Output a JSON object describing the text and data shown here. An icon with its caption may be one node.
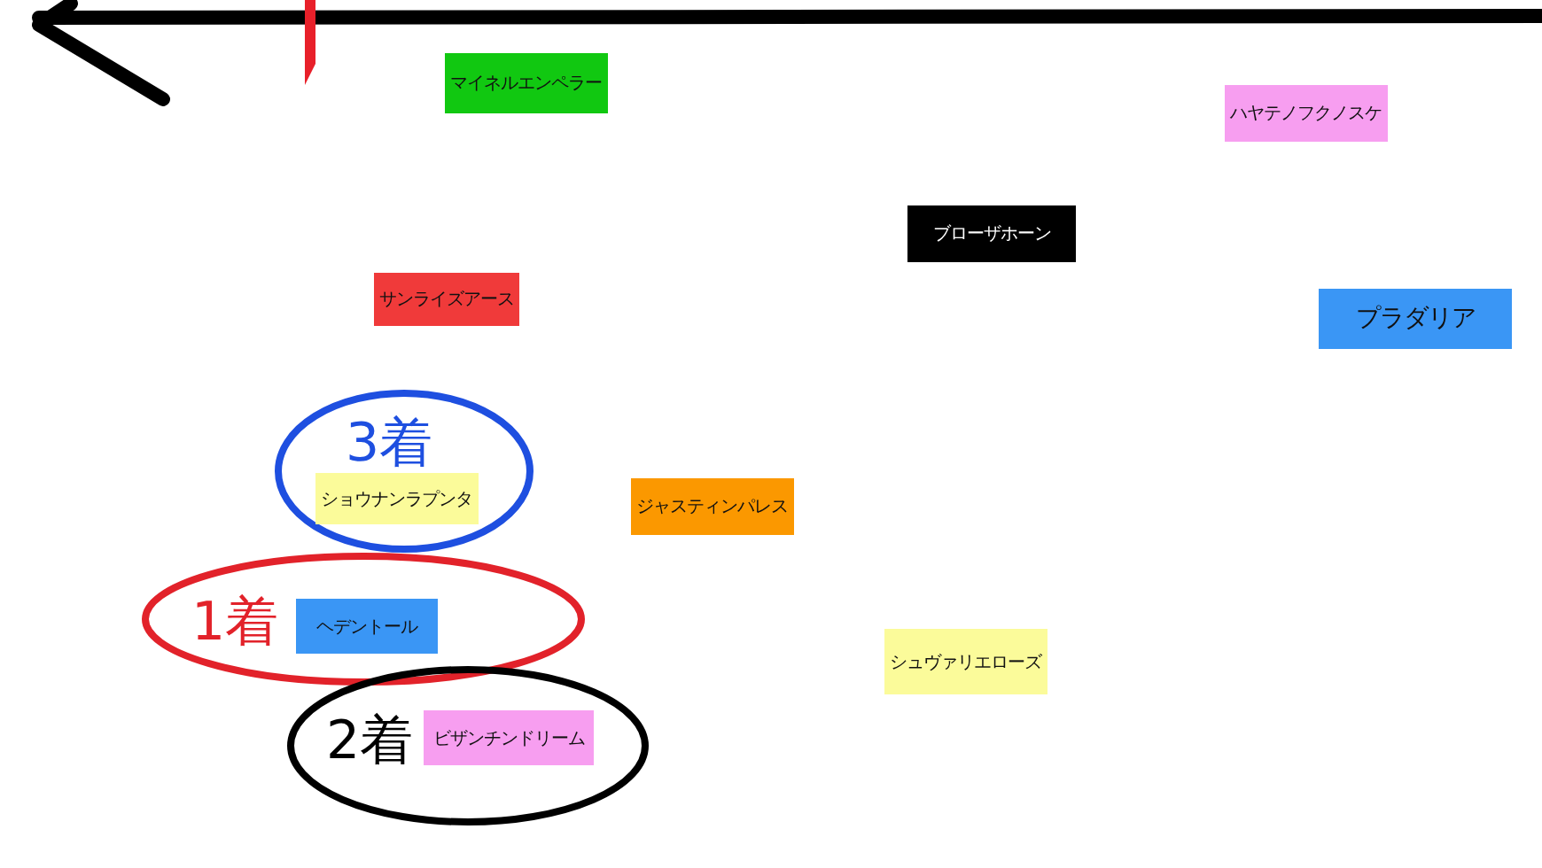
{
  "diagram": {
    "nodes": [
      {
        "text": [
          "マイネルエンペラー"
        ]
      },
      {
        "text": [
          "ハヤテノフクノスケ"
        ]
      },
      {
        "text": [
          "ブローザホーン"
        ]
      },
      {
        "text": [
          "サンライズアース"
        ]
      },
      {
        "text": [
          "プラダリア"
        ]
      },
      {
        "text": [
          "3着"
        ]
      },
      {
        "text": [
          "ショウナンラプンタ"
        ],
        "in": 5
      },
      {
        "text": [
          "ジャスティンパレス"
        ]
      },
      {
        "text": [
          "1着"
        ]
      },
      {
        "text": [
          "ヘデントール"
        ],
        "in": 8
      },
      {
        "text": [
          "シュヴァリエローズ"
        ]
      },
      {
        "text": [
          "2着"
        ]
      },
      {
        "text": [
          "ビザンチンドリーム"
        ],
        "in": 11
      }
    ]
  }
}
